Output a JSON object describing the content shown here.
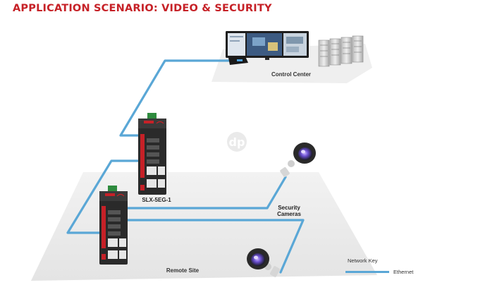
{
  "title": "APPLICATION SCENARIO: VIDEO & SECURITY",
  "labels": {
    "control_center": "Control Center",
    "device": "SLX-5EG-1",
    "security_cameras_line1": "Security",
    "security_cameras_line2": "Cameras",
    "remote_site": "Remote Site",
    "network_key": "Network Key",
    "ethernet": "Ethernet"
  },
  "colors": {
    "title": "#c62127",
    "ethernet": "#5aa7d6",
    "switch_body": "#2a2a2a",
    "switch_accent": "#c62127",
    "platform": "#ededed"
  },
  "icons": {
    "watermark": "dp-logo",
    "camera": "dome-camera-icon",
    "monitor": "monitor-icon",
    "server": "server-rack-icon"
  }
}
